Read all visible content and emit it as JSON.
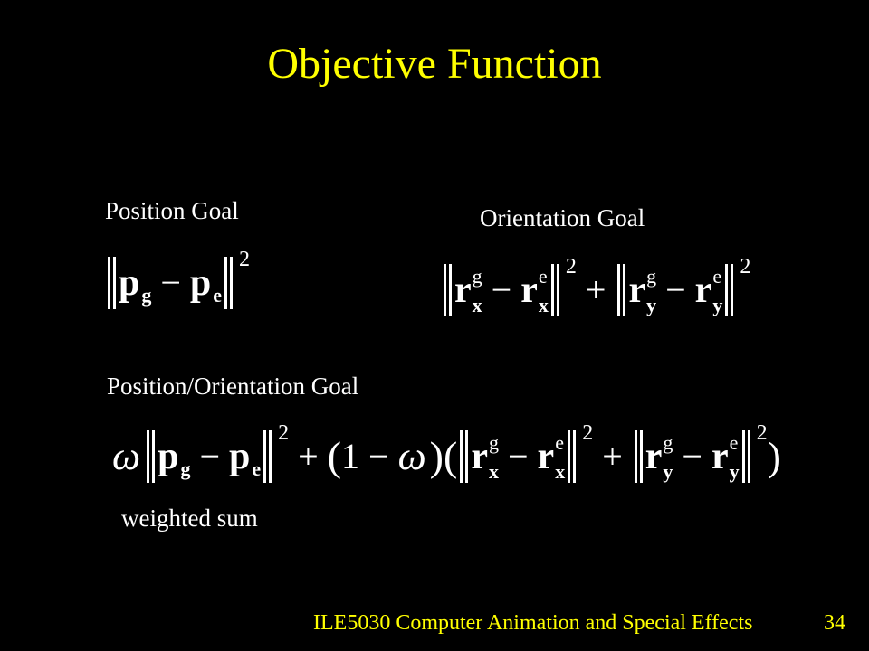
{
  "slide": {
    "title": "Objective Function",
    "labels": {
      "position_goal": "Position Goal",
      "orientation_goal": "Orientation Goal",
      "position_orientation_goal": "Position/Orientation Goal",
      "weighted_sum": "weighted sum"
    },
    "symbols": {
      "p": "p",
      "r": "r",
      "g": "g",
      "e": "e",
      "x": "x",
      "y": "y",
      "two": "2",
      "minus": "−",
      "plus": "+",
      "omega": "ω",
      "one": "1",
      "open_paren": "(",
      "close_paren": ")"
    },
    "footer": {
      "course": "ILE5030 Computer Animation and Special Effects",
      "page_number": "34"
    },
    "colors": {
      "background": "#000000",
      "title": "#ffff00",
      "text": "#ffffff",
      "footer": "#ffff00"
    }
  }
}
